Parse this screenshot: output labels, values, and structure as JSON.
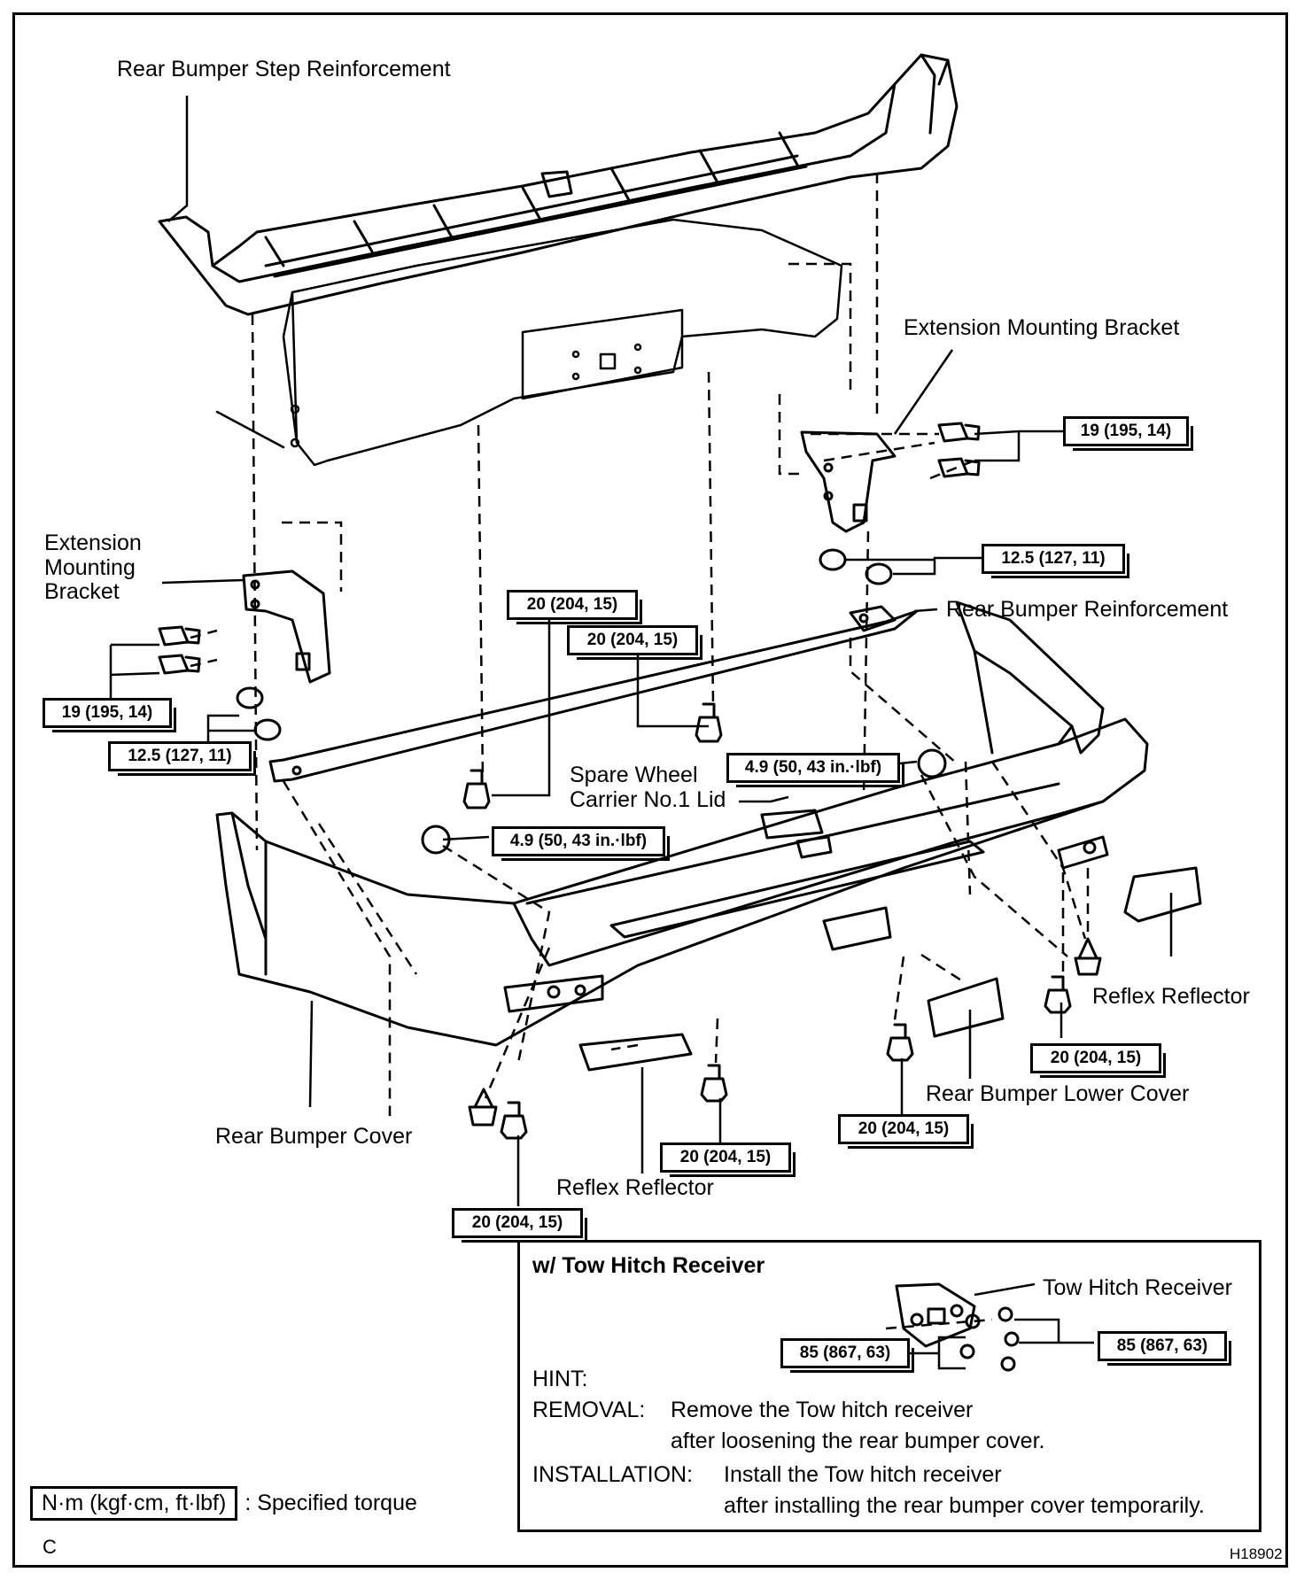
{
  "labels": {
    "step_reinforcement": "Rear Bumper Step Reinforcement",
    "ext_bracket_right": "Extension Mounting Bracket",
    "ext_bracket_left": "Extension\nMounting\nBracket",
    "rear_reinforcement": "Rear Bumper Reinforcement",
    "spare_wheel_lid": "Spare Wheel\nCarrier No.1 Lid",
    "reflex_reflector_right": "Reflex Reflector",
    "reflex_reflector_left": "Reflex Reflector",
    "rear_bumper_cover": "Rear Bumper Cover",
    "rear_bumper_lower_cover": "Rear Bumper Lower Cover"
  },
  "torques": {
    "t19_right": "19 (195, 14)",
    "t125_right": "12.5 (127, 11)",
    "t20_a": "20 (204, 15)",
    "t20_b": "20 (204, 15)",
    "t19_left": "19 (195, 14)",
    "t125_left": "12.5 (127, 11)",
    "t49_right": "4.9 (50, 43 in.·lbf)",
    "t49_left": "4.9 (50, 43 in.·lbf)",
    "t20_c": "20 (204, 15)",
    "t20_d": "20 (204, 15)",
    "t20_e": "20 (204, 15)",
    "t20_f": "20 (204, 15)"
  },
  "inset": {
    "title": "w/ Tow Hitch Receiver",
    "receiver_label": "Tow Hitch Receiver",
    "torque_left": "85 (867, 63)",
    "torque_right": "85 (867, 63)",
    "hint": "HINT:",
    "removal_label": "REMOVAL:",
    "removal_line1": "Remove the Tow hitch receiver",
    "removal_line2": "after loosening the rear bumper cover.",
    "install_label": "INSTALLATION:",
    "install_line1": "Install the Tow hitch receiver",
    "install_line2": "after installing the rear bumper cover temporarily."
  },
  "legend": {
    "unit": "N·m (kgf·cm, ft·lbf)",
    "meaning": ": Specified torque"
  },
  "corner_code": "C",
  "figure_id": "H18902"
}
